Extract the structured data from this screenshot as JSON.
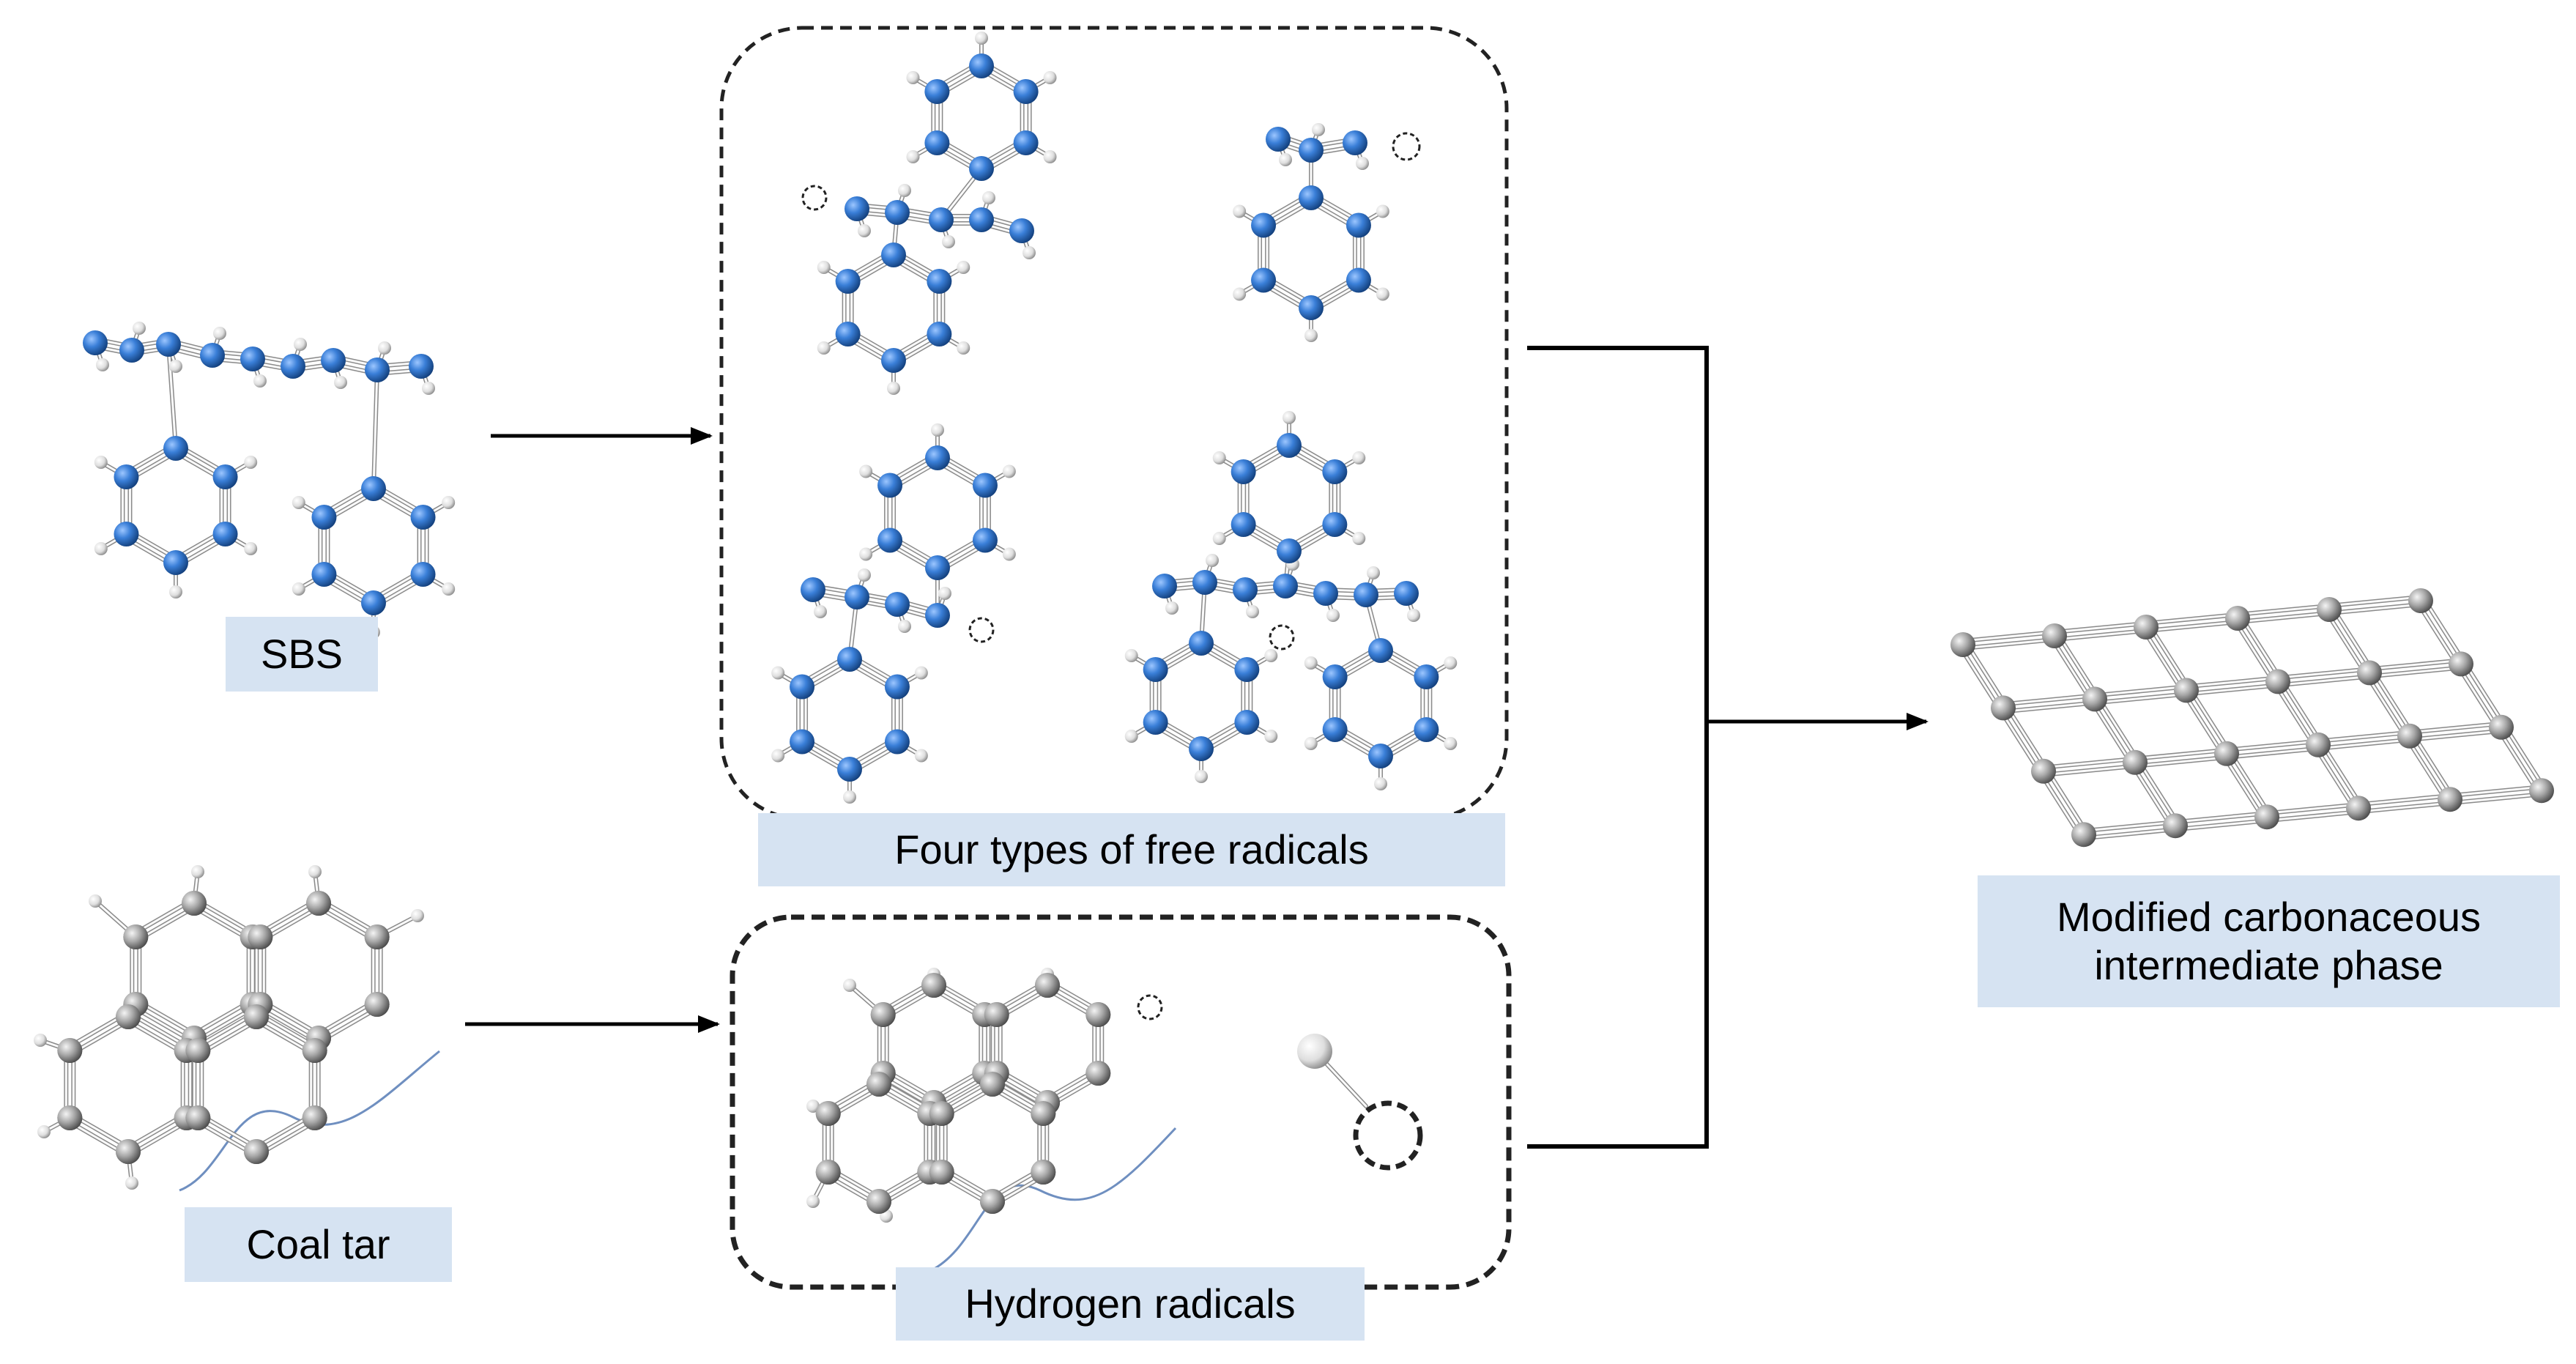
{
  "labels": {
    "sbs": "SBS",
    "coal_tar": "Coal tar",
    "four_radicals": "Four types of free radicals",
    "hydrogen_radicals": "Hydrogen radicals",
    "product": "Modified carbonaceous\nintermediate phase"
  },
  "colors": {
    "blue_atom": "#2f6fc6",
    "grey_atom": "#8e8e8e",
    "hydrogen_atom": "#e4e4e4",
    "label_bg": "#d6e3f2",
    "line": "#000000",
    "coal_tar_curve": "#6f8fc0"
  }
}
